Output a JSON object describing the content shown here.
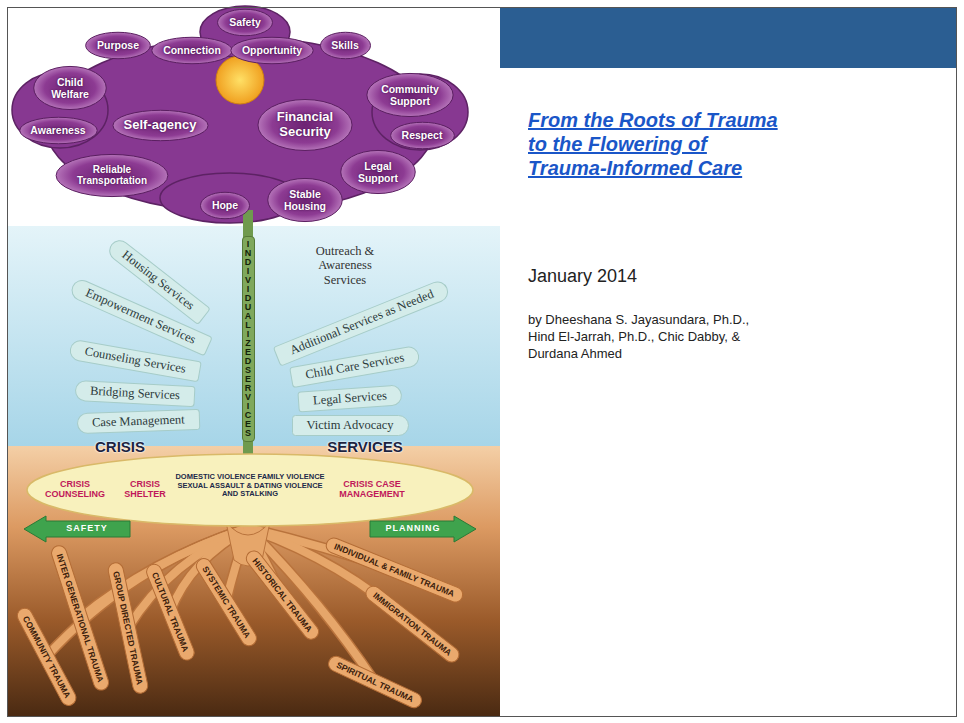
{
  "diagram": {
    "title": "From the Roots of Trauma to the Flowering of Trauma-Informed Care",
    "nodes": [
      {
        "text": [
          "Safety"
        ]
      },
      {
        "text": [
          "Purpose"
        ]
      },
      {
        "text": [
          "Connection"
        ]
      },
      {
        "text": [
          "Opportunity"
        ]
      },
      {
        "text": [
          "Skills"
        ]
      },
      {
        "text": [
          "Child Welfare"
        ]
      },
      {
        "text": [
          "Community Support"
        ]
      },
      {
        "text": [
          "Self-agency"
        ]
      },
      {
        "text": [
          "Financial Security"
        ]
      },
      {
        "text": [
          "Awareness"
        ]
      },
      {
        "text": [
          "Respect"
        ]
      },
      {
        "text": [
          "Reliable Transportation"
        ]
      },
      {
        "text": [
          "Legal Support"
        ]
      },
      {
        "text": [
          "Hope"
        ]
      },
      {
        "text": [
          "Stable Housing"
        ]
      },
      {
        "text": [
          "INDIVIDUALIZED SERVICES"
        ]
      },
      {
        "text": [
          "Housing Services"
        ]
      },
      {
        "text": [
          "Empowerment Services"
        ]
      },
      {
        "text": [
          "Counseling Services"
        ]
      },
      {
        "text": [
          "Bridging Services"
        ]
      },
      {
        "text": [
          "Case Management"
        ]
      },
      {
        "text": [
          "Additional Services as Needed"
        ]
      },
      {
        "text": [
          "Child Care Services"
        ]
      },
      {
        "text": [
          "Legal Services"
        ]
      },
      {
        "text": [
          "Victim Advocacy"
        ]
      },
      {
        "text": [
          "CRISIS",
          "SERVICES",
          "CRISIS COUNSELING",
          "CRISIS SHELTER",
          "DOMESTIC VIOLENCE FAMILY VIOLENCE SEXUAL ASSAULT & DATING VIOLENCE AND STALKING",
          "CRISIS CASE MANAGEMENT"
        ]
      },
      {
        "text": [
          "SAFETY"
        ]
      },
      {
        "text": [
          "PLANNING"
        ]
      },
      {
        "text": [
          "INTER GENERATIONAL TRAUMA"
        ]
      },
      {
        "text": [
          "COMMUNITY TRAUMA"
        ]
      },
      {
        "text": [
          "GROUP DIRECTED TRAUMA"
        ]
      },
      {
        "text": [
          "CULTURAL TRAUMA"
        ]
      },
      {
        "text": [
          "SYSTEMIC TRAUMA"
        ]
      },
      {
        "text": [
          "HISTORICAL TRAUMA"
        ]
      },
      {
        "text": [
          "INDIVIDUAL & FAMILY TRAUMA"
        ]
      },
      {
        "text": [
          "IMMIGRATION TRAUMA"
        ]
      },
      {
        "text": [
          "SPIRITUAL TRAUMA"
        ]
      }
    ],
    "labels": [
      "Outreach & Awareness Services",
      "January 2014",
      "by Dheeshana S. Jayasundara, Ph.D., Hind El-Jarrah, Ph.D., Chic Dabby, & Durdana Ahmed"
    ]
  }
}
